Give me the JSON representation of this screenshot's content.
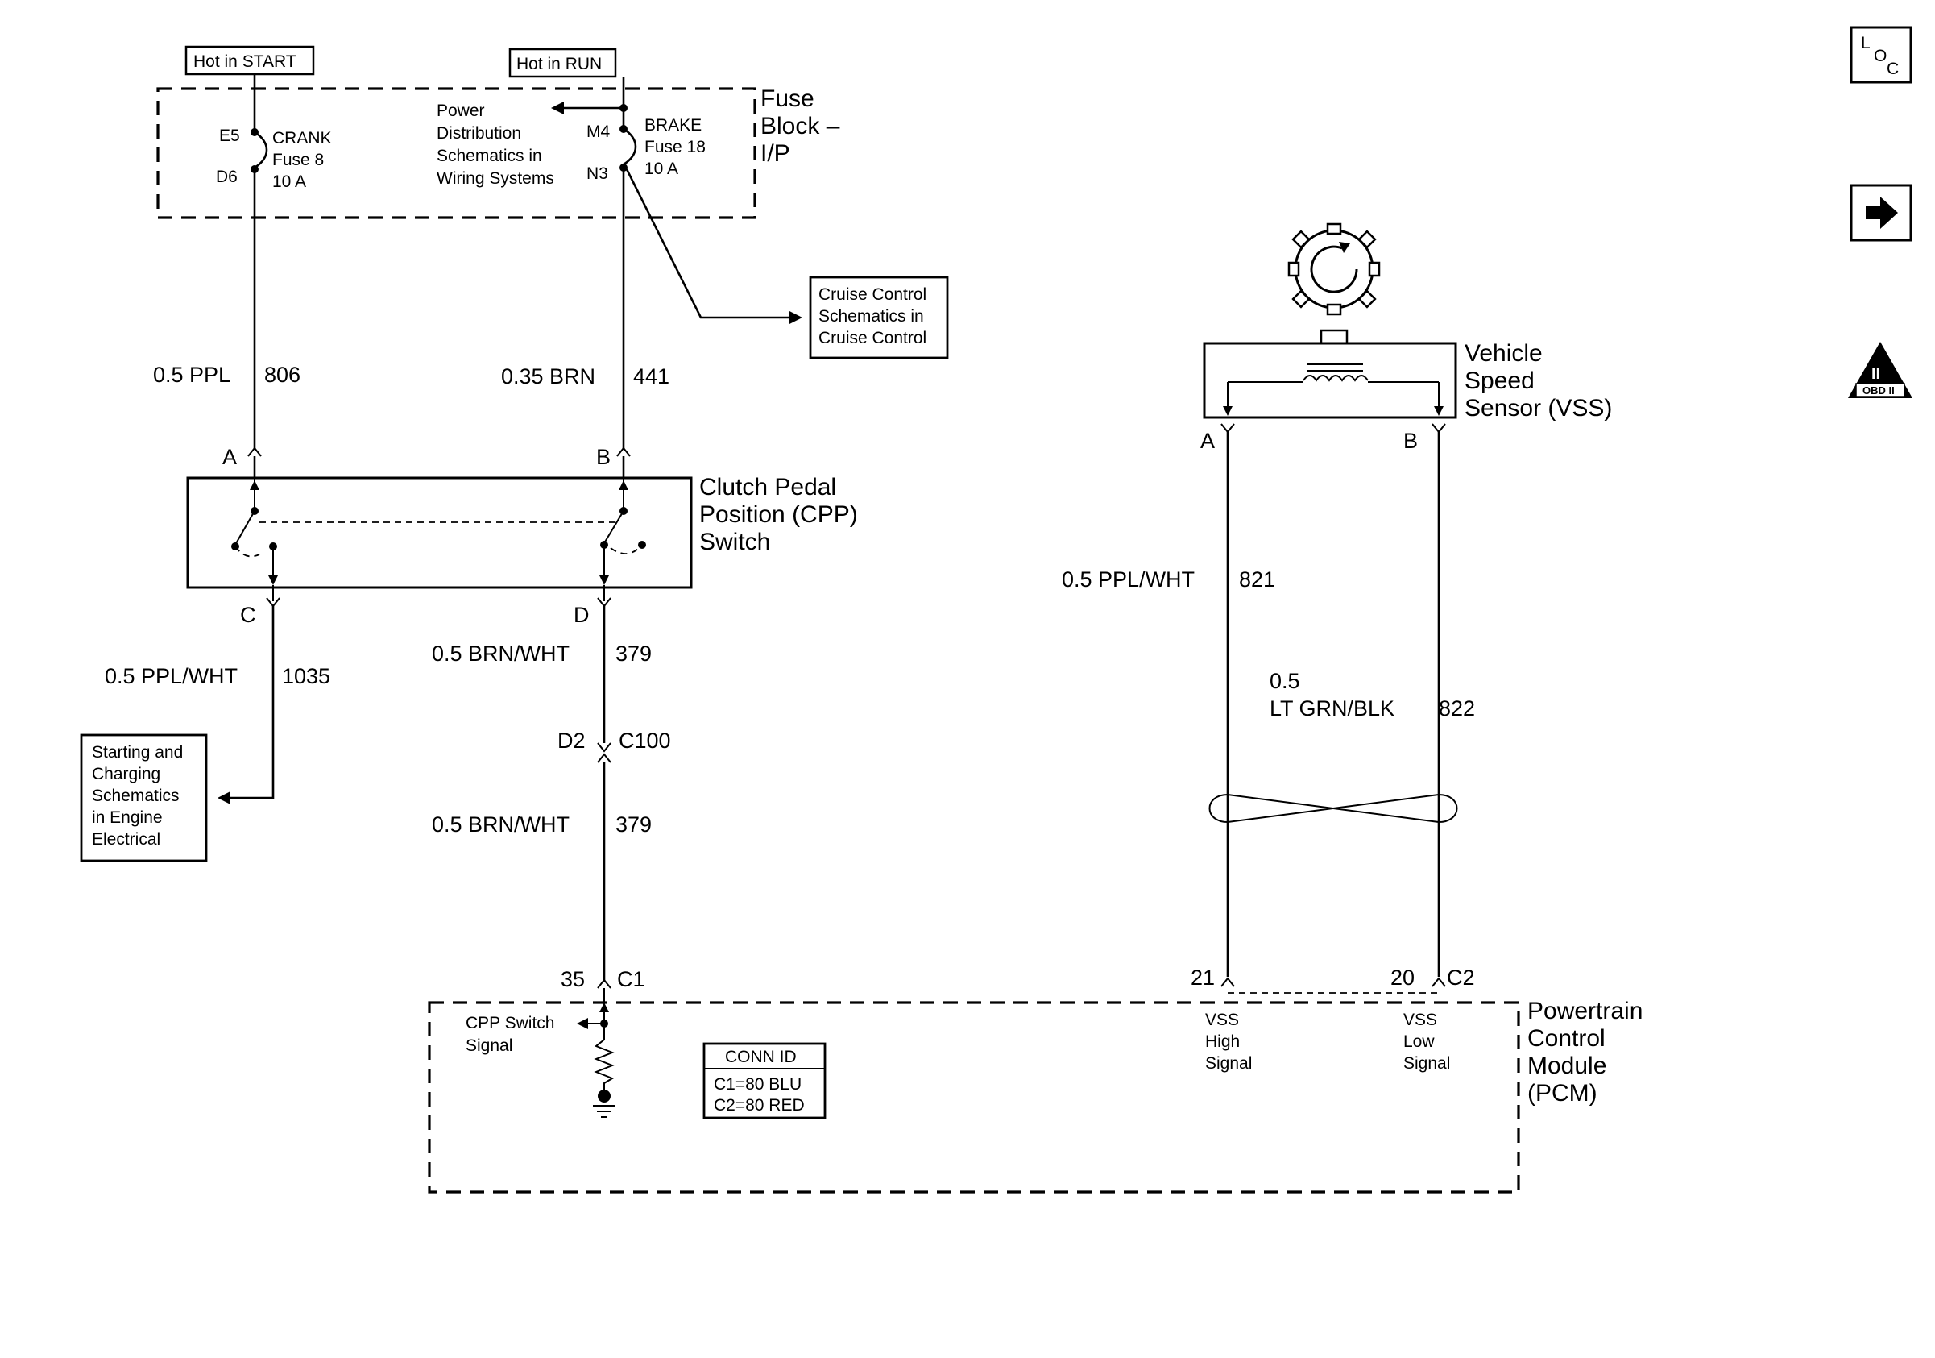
{
  "top_labels": {
    "hot_start": "Hot in START",
    "hot_run": "Hot in RUN"
  },
  "fuse_block": {
    "title_line1": "Fuse",
    "title_line2": "Block –",
    "title_line3": "I/P",
    "crank": {
      "pin_in": "E5",
      "pin_out": "D6",
      "line1": "CRANK",
      "line2": "Fuse 8",
      "line3": "10 A"
    },
    "brake": {
      "pin_in": "M4",
      "pin_out": "N3",
      "line1": "BRAKE",
      "line2": "Fuse 18",
      "line3": "10 A"
    },
    "power_dist": [
      "Power",
      "Distribution",
      "Schematics in",
      "Wiring Systems"
    ]
  },
  "cruise_ref": [
    "Cruise Control",
    "Schematics in",
    "Cruise Control"
  ],
  "wires": {
    "w806": {
      "size_color": "0.5 PPL",
      "circuit": "806"
    },
    "w441": {
      "size_color": "0.35 BRN",
      "circuit": "441"
    },
    "w1035": {
      "size_color": "0.5 PPL/WHT",
      "circuit": "1035"
    },
    "w379a": {
      "size_color": "0.5 BRN/WHT",
      "circuit": "379"
    },
    "w379b": {
      "size_color": "0.5 BRN/WHT",
      "circuit": "379"
    },
    "w821": {
      "size_color": "0.5 PPL/WHT",
      "circuit": "821"
    },
    "w822": {
      "size_color_line1": "0.5",
      "size_color_line2": "LT GRN/BLK",
      "circuit": "822"
    }
  },
  "cpp_switch": {
    "title": [
      "Clutch Pedal",
      "Position (CPP)",
      "Switch"
    ],
    "pins": {
      "a": "A",
      "b": "B",
      "c": "C",
      "d": "D"
    }
  },
  "starting_ref": [
    "Starting and",
    "Charging",
    "Schematics",
    "in Engine",
    "Electrical"
  ],
  "c100": {
    "pin": "D2",
    "connector": "C100"
  },
  "vss": {
    "title": [
      "Vehicle",
      "Speed",
      "Sensor (VSS)"
    ],
    "pins": {
      "a": "A",
      "b": "B"
    }
  },
  "pcm": {
    "title": [
      "Powertrain",
      "Control",
      "Module",
      "(PCM)"
    ],
    "pin35": "35",
    "conn_c1": "C1",
    "pin21": "21",
    "pin20": "20",
    "conn_c2": "C2",
    "cpp_signal": [
      "CPP Switch",
      "Signal"
    ],
    "vss_high": [
      "VSS",
      "High",
      "Signal"
    ],
    "vss_low": [
      "VSS",
      "Low",
      "Signal"
    ],
    "conn_id": {
      "title": "CONN ID",
      "c1": "C1=80 BLU",
      "c2": "C2=80 RED"
    }
  },
  "side_icons": {
    "loc_l": "L",
    "loc_o": "O",
    "loc_c": "C",
    "obd_numeral": "II",
    "obd_text": "OBD II"
  }
}
